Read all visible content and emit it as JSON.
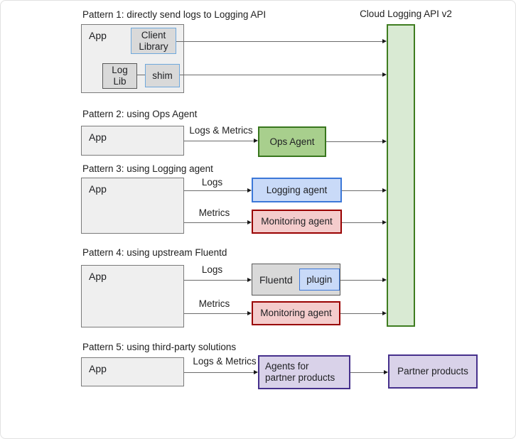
{
  "header": {
    "api_title": "Cloud Logging API v2"
  },
  "patterns": [
    {
      "title": "Pattern 1: directly send logs to Logging API",
      "app": "App",
      "client_library": {
        "line1": "Client",
        "line2": "Library"
      },
      "log_lib": {
        "line1": "Log",
        "line2": "Lib"
      },
      "shim": "shim"
    },
    {
      "title": "Pattern 2: using Ops Agent",
      "app": "App",
      "arrow_label": "Logs & Metrics",
      "ops_agent": "Ops Agent"
    },
    {
      "title": "Pattern 3: using Logging agent",
      "app": "App",
      "logs_label": "Logs",
      "metrics_label": "Metrics",
      "logging_agent": "Logging agent",
      "monitoring_agent": "Monitoring agent"
    },
    {
      "title": "Pattern 4: using upstream Fluentd",
      "app": "App",
      "logs_label": "Logs",
      "metrics_label": "Metrics",
      "fluentd": "Fluentd",
      "plugin": "plugin",
      "monitoring_agent": "Monitoring agent"
    },
    {
      "title": "Pattern 5: using third-party solutions",
      "app": "App",
      "arrow_label": "Logs & Metrics",
      "agents_for_partner": {
        "line1": "Agents for",
        "line2": "partner products"
      },
      "partner_products": "Partner products"
    }
  ],
  "colors": {
    "api_fill": "#d9ead3",
    "api_border": "#3f7d20",
    "green_fill": "#a8cf8d",
    "green_border": "#38761d",
    "blue_fill": "#c9daf8",
    "blue_border": "#3c78d8",
    "red_fill": "#f4cccc",
    "red_border": "#990000",
    "purple_fill": "#d9d2e9",
    "purple_border": "#46308c",
    "gray_fill": "#d9d9d9",
    "gray_blue_border": "#6fa8dc",
    "app_fill": "#efefef"
  }
}
